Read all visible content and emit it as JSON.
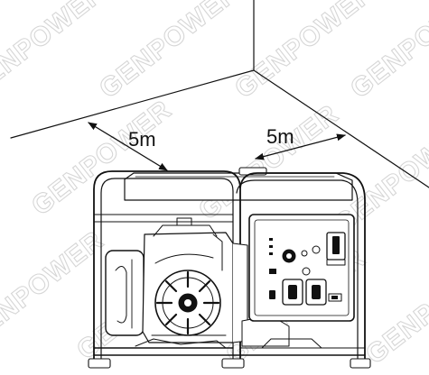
{
  "watermark": {
    "text": "GENPOWER"
  },
  "dimensions": {
    "left_clearance": "5m",
    "right_clearance": "5m"
  },
  "colors": {
    "line": "#111111",
    "watermark": "#d6d6d6",
    "background": "#ffffff"
  }
}
